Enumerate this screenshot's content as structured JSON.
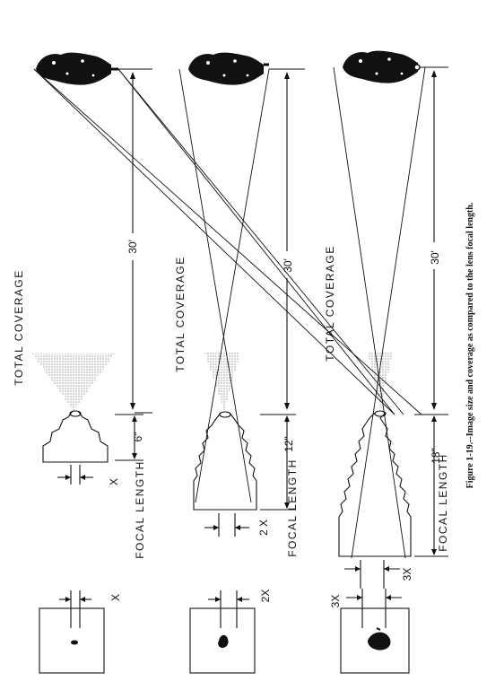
{
  "caption": "Figure 1-19.--Image size and coverage as compared to the lens focal length.",
  "rows": [
    {
      "id": "row1",
      "total_coverage_label": "TOTAL COVERAGE",
      "distance_label": "30′",
      "focal_distance_label": "6\"",
      "focal_length_label": "FOCAL LENGTH",
      "image_width_label": "X",
      "frame_image_label": "X"
    },
    {
      "id": "row2",
      "total_coverage_label": "TOTAL COVERAGE",
      "distance_label": "30′",
      "focal_distance_label": "12\"",
      "focal_length_label": "FOCAL LENGTH",
      "image_width_label": "2 X",
      "frame_image_label": "2X"
    },
    {
      "id": "row3",
      "total_coverage_label": "TOTAL COVERAGE",
      "distance_label": "30′",
      "focal_distance_label": "18\"",
      "focal_length_label": "FOCAL LENGTH",
      "image_width_label": "3X",
      "frame_image_label": "3X"
    }
  ]
}
